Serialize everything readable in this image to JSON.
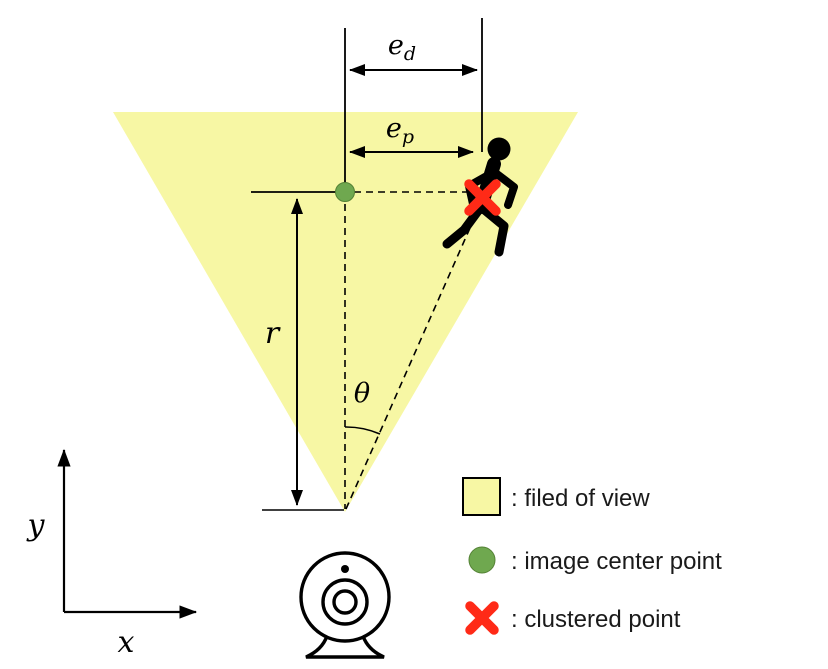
{
  "diagram": {
    "math_labels": {
      "ed_base": "e",
      "ed_sub": "d",
      "ep_base": "e",
      "ep_sub": "p",
      "radius": "r",
      "theta": "θ"
    },
    "axes": {
      "x_label": "x",
      "y_label": "y"
    },
    "legend": {
      "items": [
        {
          "label": ": filed of view"
        },
        {
          "label": ": image center point"
        },
        {
          "label": ": clustered point"
        }
      ]
    },
    "colors": {
      "field_of_view_fill": "#F7F7A4",
      "center_point_green": "#6FA84F",
      "clustered_red": "#FF2A17",
      "line_black": "#000000"
    }
  }
}
